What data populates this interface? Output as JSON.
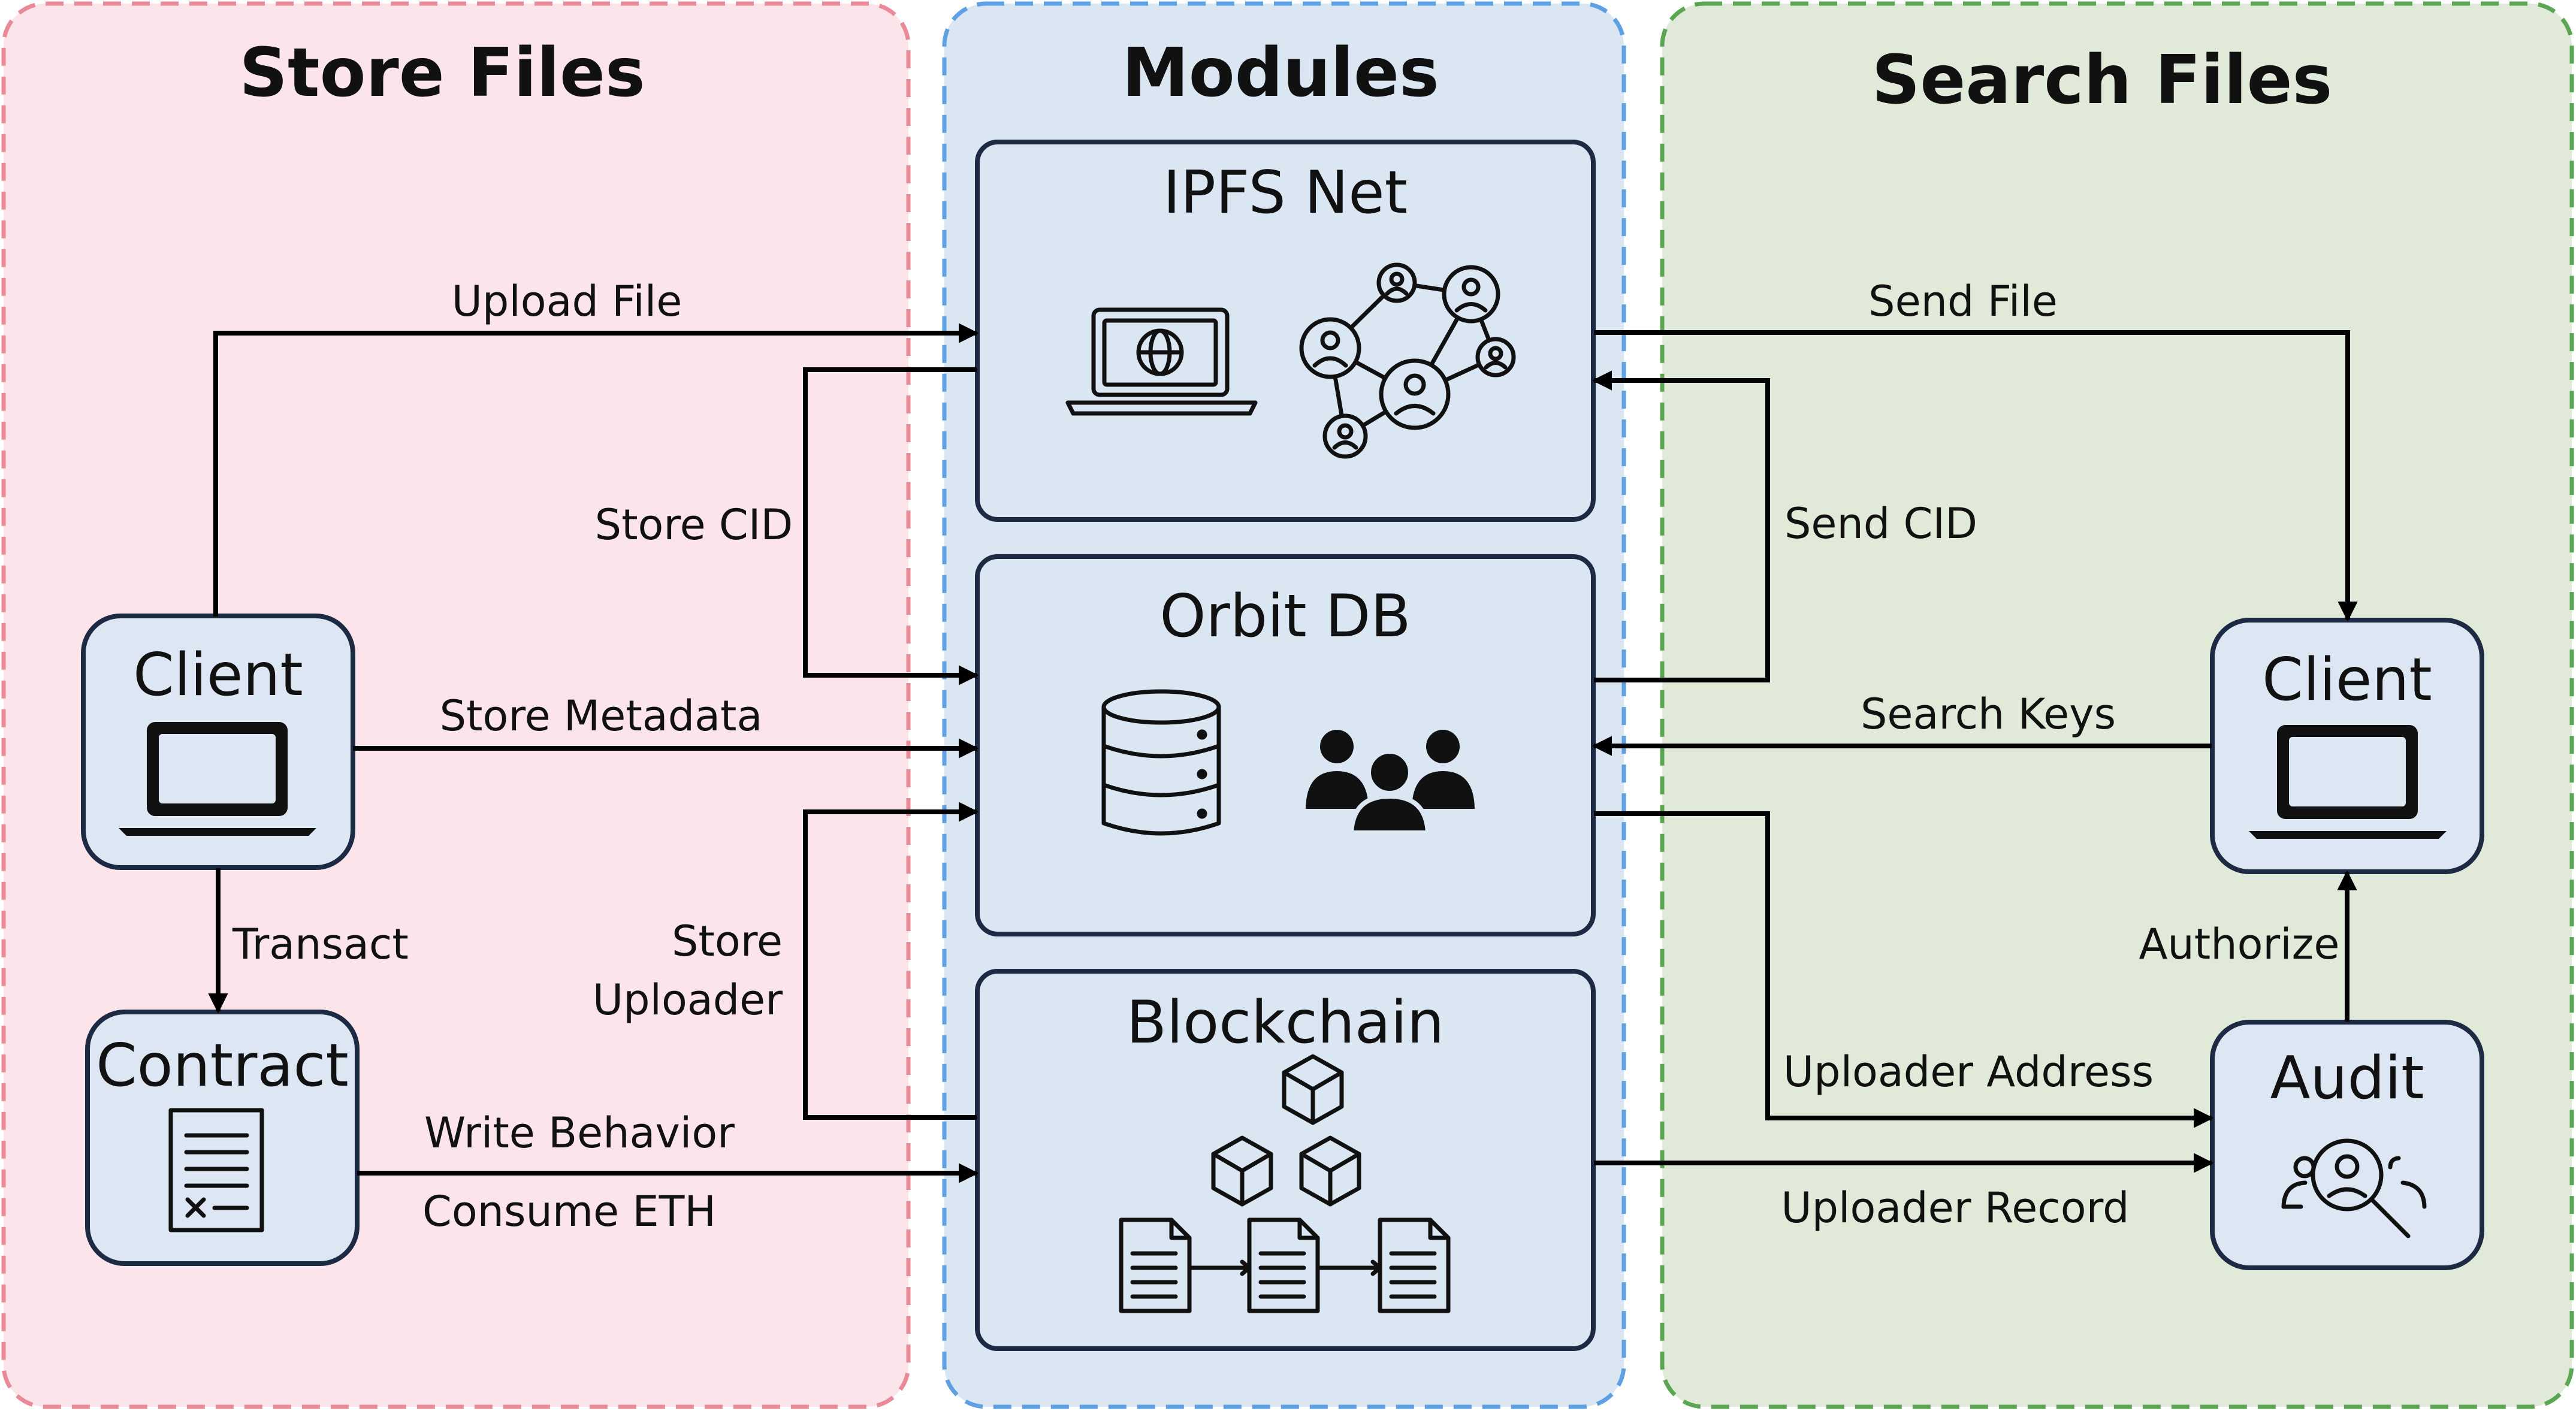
{
  "panels": {
    "store": {
      "title": "Store Files",
      "bg": "#fbe5ea",
      "border": "#ea8a98"
    },
    "modules": {
      "title": "Modules",
      "bg": "#dbe6f3",
      "border": "#5da0e4"
    },
    "search": {
      "title": "Search Files",
      "bg": "#e1ead8",
      "border": "#5aa653"
    }
  },
  "nodes": {
    "client_left": {
      "label": "Client",
      "icon": "laptop-icon"
    },
    "contract": {
      "label": "Contract",
      "icon": "document-signature-icon"
    },
    "ipfs": {
      "label": "IPFS Net",
      "icons": [
        "laptop-globe-icon",
        "user-network-icon"
      ]
    },
    "orbit": {
      "label": "Orbit DB",
      "icons": [
        "database-icon",
        "user-group-icon"
      ]
    },
    "blockchain": {
      "label": "Blockchain",
      "icons": [
        "cubes-icon",
        "document-chain-icon"
      ]
    },
    "client_right": {
      "label": "Client",
      "icon": "laptop-icon"
    },
    "audit": {
      "label": "Audit",
      "icon": "user-magnifier-icon"
    }
  },
  "edges": {
    "upload_file": "Upload File",
    "store_cid": "Store CID",
    "store_metadata": "Store Metadata",
    "transact": "Transact",
    "store_uploader_1": "Store",
    "store_uploader_2": "Uploader",
    "write_behavior": "Write Behavior",
    "consume_eth": "Consume ETH",
    "send_file": "Send File",
    "send_cid": "Send CID",
    "search_keys": "Search Keys",
    "authorize": "Authorize",
    "uploader_address": "Uploader Address",
    "uploader_record": "Uploader Record"
  }
}
